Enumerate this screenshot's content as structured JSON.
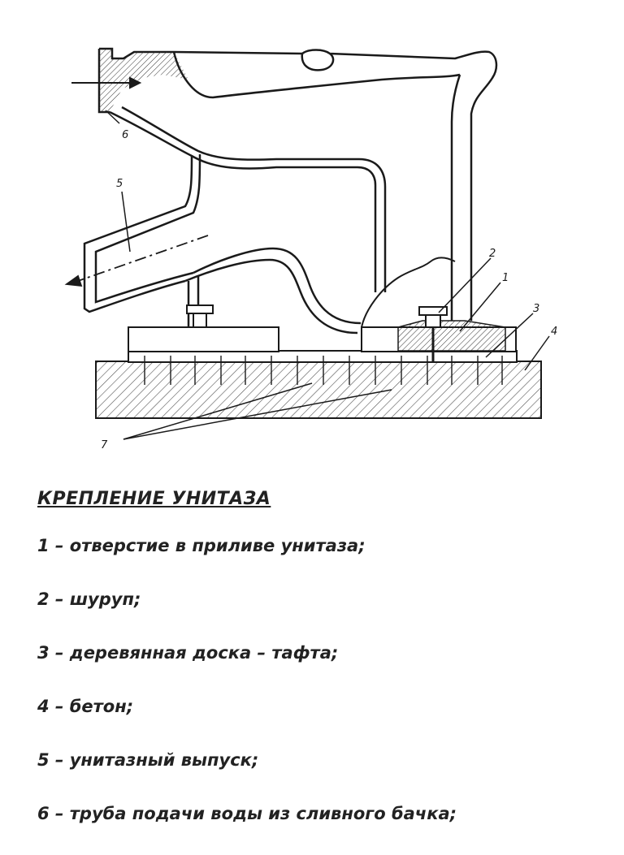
{
  "diagram": {
    "callouts": [
      "1",
      "2",
      "3",
      "4",
      "5",
      "6",
      "7"
    ]
  },
  "legend": {
    "title": "КРЕПЛЕНИЕ УНИТАЗА",
    "items": [
      "1 – отверстие в приливе унитаза;",
      "2 – шуруп;",
      "3 – деревянная доска – тафта;",
      "4 – бетон;",
      "5 – унитазный выпуск;",
      "6 – труба подачи воды из сливного бачка;"
    ]
  },
  "colors": {
    "line": "#1a1a1a",
    "hatch": "#555555",
    "background": "#ffffff"
  }
}
